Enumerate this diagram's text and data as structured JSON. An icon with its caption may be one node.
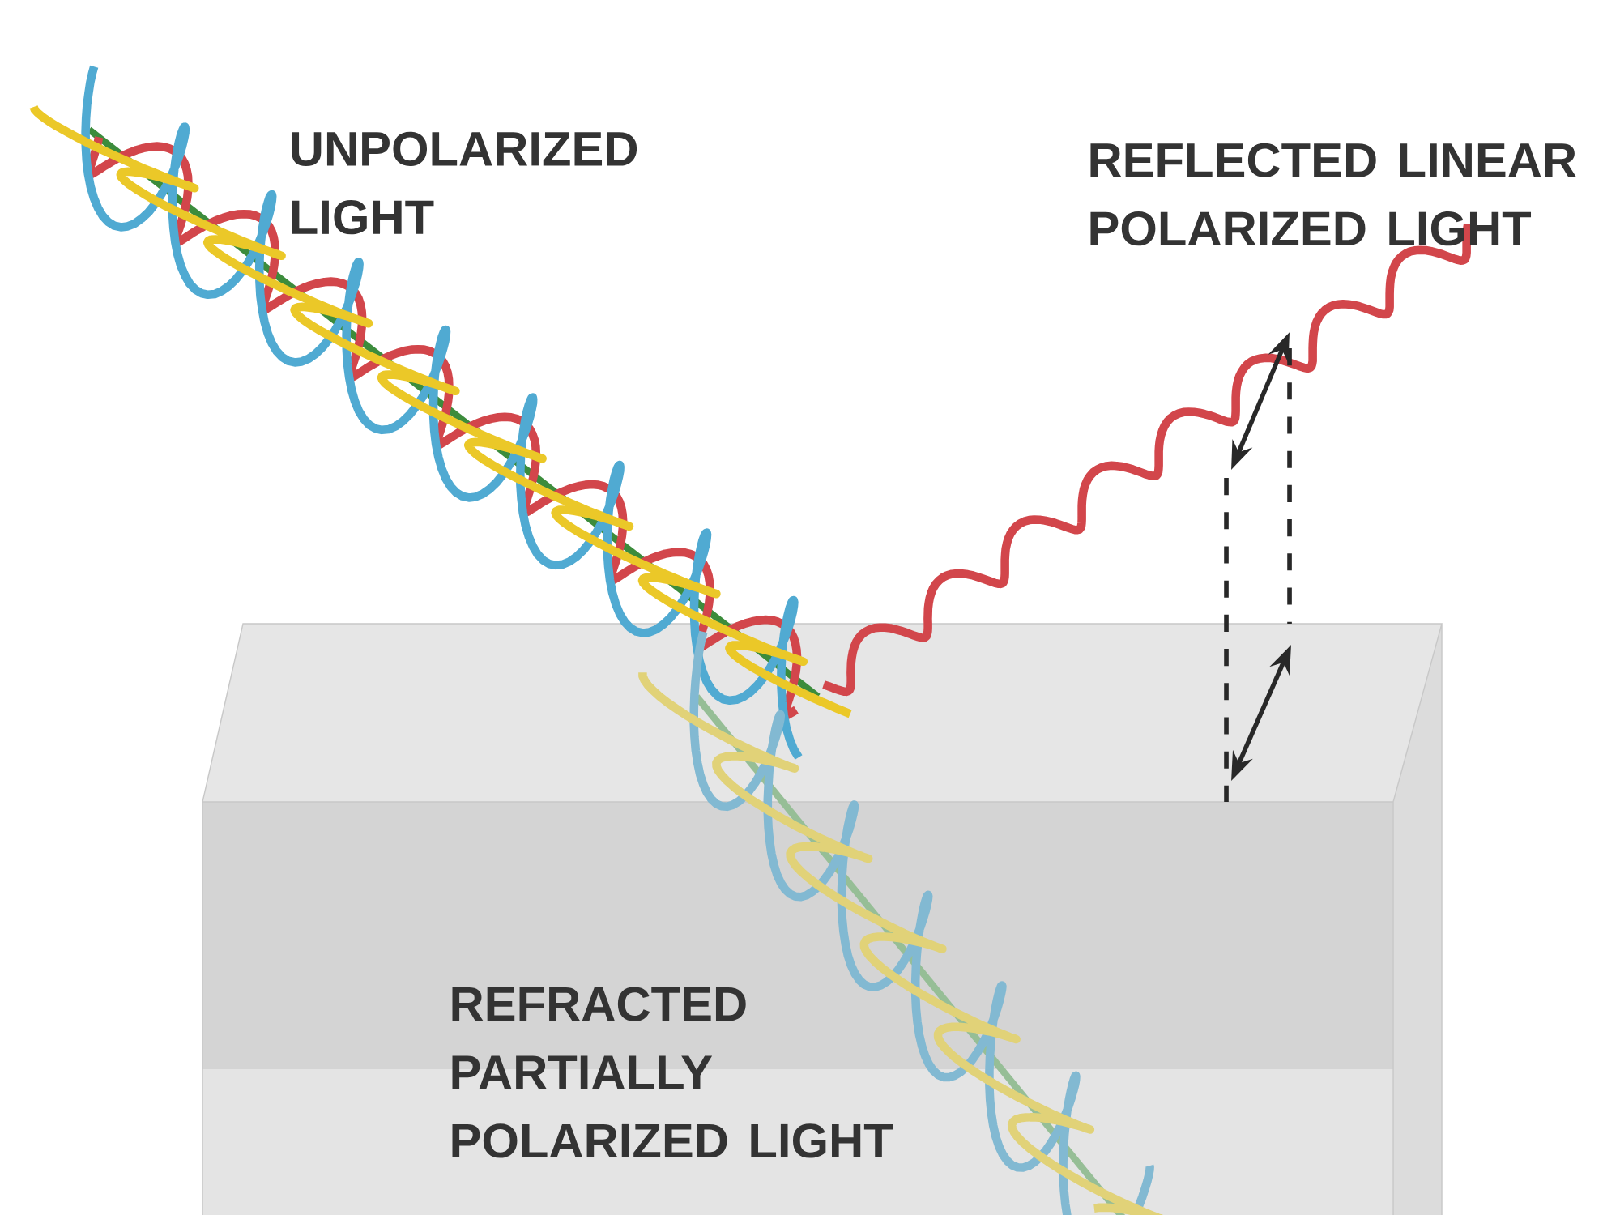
{
  "diagram": {
    "labels": [
      "UNPOLARIZED LIGHT",
      "REFLECTED LINEAR POLARIZED LIGHT",
      "REFRACTED PARTIALLY POLARIZED LIGHT"
    ]
  }
}
